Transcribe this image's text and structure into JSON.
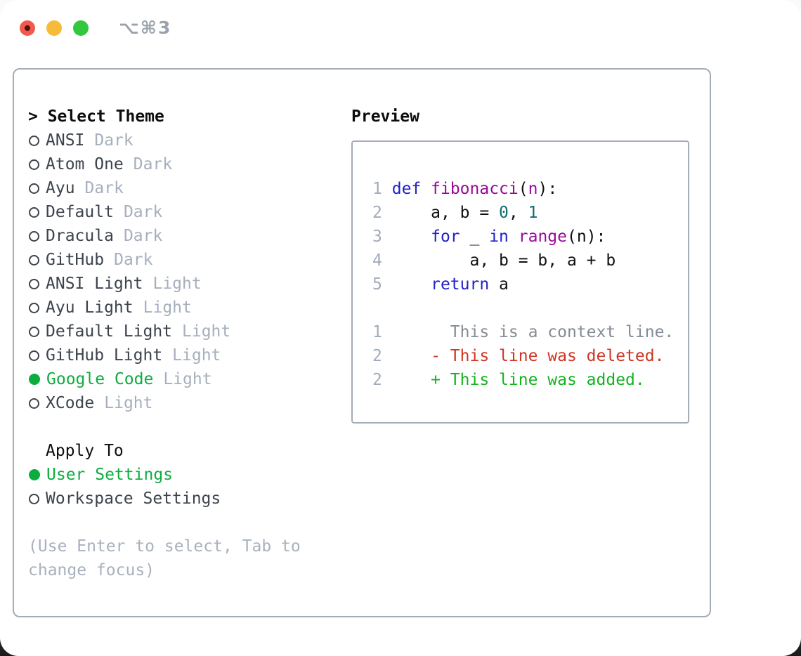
{
  "titlebar": {
    "title": "⌥⌘3"
  },
  "colors": {
    "red-light": "#f2594e",
    "red-light-dot": "#521009",
    "yellow-light": "#f6bc39",
    "green-light": "#32c73e",
    "titlebar-text": "#9aa2ac",
    "border": "#a4acb8",
    "ink": "#3d434d",
    "black": "#0d0d0d",
    "green": "#0cad3f",
    "tag": "#a6afbd",
    "hint": "#a8b1bd",
    "lnc": "#a2abbb",
    "plain": "#101010",
    "kw": "#2121c8",
    "fn": "#990a99",
    "num": "#0b6e6e",
    "ctx": "#848b94",
    "del": "#ce3523",
    "add": "#14b41f"
  },
  "theme_list": {
    "header": "> Select Theme",
    "items": [
      {
        "name": "ANSI",
        "tag": "Dark",
        "selected": false
      },
      {
        "name": "Atom One",
        "tag": "Dark",
        "selected": false
      },
      {
        "name": "Ayu",
        "tag": "Dark",
        "selected": false
      },
      {
        "name": "Default",
        "tag": "Dark",
        "selected": false
      },
      {
        "name": "Dracula",
        "tag": "Dark",
        "selected": false
      },
      {
        "name": "GitHub",
        "tag": "Dark",
        "selected": false
      },
      {
        "name": "ANSI Light",
        "tag": "Light",
        "selected": false
      },
      {
        "name": "Ayu Light",
        "tag": "Light",
        "selected": false
      },
      {
        "name": "Default Light",
        "tag": "Light",
        "selected": false
      },
      {
        "name": "GitHub Light",
        "tag": "Light",
        "selected": false
      },
      {
        "name": "Google Code",
        "tag": "Light",
        "selected": true
      },
      {
        "name": "XCode",
        "tag": "Light",
        "selected": false
      }
    ]
  },
  "apply_to": {
    "header": "Apply To",
    "items": [
      {
        "name": "User Settings",
        "selected": true
      },
      {
        "name": "Workspace Settings",
        "selected": false
      }
    ]
  },
  "hint": "(Use Enter to select, Tab to\nchange focus)",
  "preview": {
    "label": "Preview",
    "lines": [
      {
        "num": "1",
        "tokens": [
          [
            " ",
            "plain"
          ],
          [
            "def",
            "kw"
          ],
          [
            " ",
            "plain"
          ],
          [
            "fibonacci",
            "fn"
          ],
          [
            "(",
            "plain"
          ],
          [
            "n",
            "fn"
          ],
          [
            "):",
            "plain"
          ]
        ]
      },
      {
        "num": "2",
        "tokens": [
          [
            "     a, b = ",
            "plain"
          ],
          [
            "0",
            "num"
          ],
          [
            ", ",
            "plain"
          ],
          [
            "1",
            "num"
          ]
        ]
      },
      {
        "num": "3",
        "tokens": [
          [
            "     ",
            "plain"
          ],
          [
            "for",
            "kw"
          ],
          [
            " _ ",
            "plain"
          ],
          [
            "in",
            "kw"
          ],
          [
            " ",
            "plain"
          ],
          [
            "range",
            "fn"
          ],
          [
            "(n):",
            "plain"
          ]
        ]
      },
      {
        "num": "4",
        "tokens": [
          [
            "         a, b = b, a + b",
            "plain"
          ]
        ]
      },
      {
        "num": "5",
        "tokens": [
          [
            "     ",
            "plain"
          ],
          [
            "return",
            "kw"
          ],
          [
            " a",
            "plain"
          ]
        ]
      },
      {
        "num": "",
        "tokens": []
      },
      {
        "num": "1",
        "tokens": [
          [
            "       This is a context line.",
            "ctx"
          ]
        ]
      },
      {
        "num": "2",
        "tokens": [
          [
            "     - This line was deleted.",
            "del"
          ]
        ]
      },
      {
        "num": "2",
        "tokens": [
          [
            "     + This line was added.",
            "add"
          ]
        ]
      }
    ]
  }
}
